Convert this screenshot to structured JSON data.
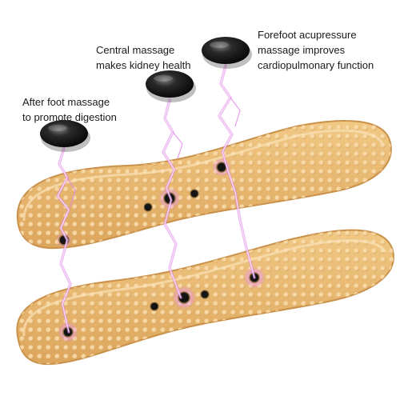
{
  "captions": {
    "after_foot": {
      "line1": "After foot massage",
      "line2": "to promote digestion"
    },
    "central": {
      "line1": "Central massage",
      "line2": "makes kidney health"
    },
    "forefoot": {
      "line1": "Forefoot acupressure",
      "line2": "massage improves",
      "line3": "cardiopulmonary function"
    }
  },
  "colors": {
    "insole_fill": "#e8b870",
    "insole_edge": "#c9914a",
    "nub": "#f3c987",
    "magnet": "#141414",
    "glow": "#e084e8",
    "bolt": "#f0c8f4"
  },
  "icons": {
    "stone": "black-stone-icon",
    "lightning": "lightning-icon",
    "magnet": "magnet-icon"
  }
}
